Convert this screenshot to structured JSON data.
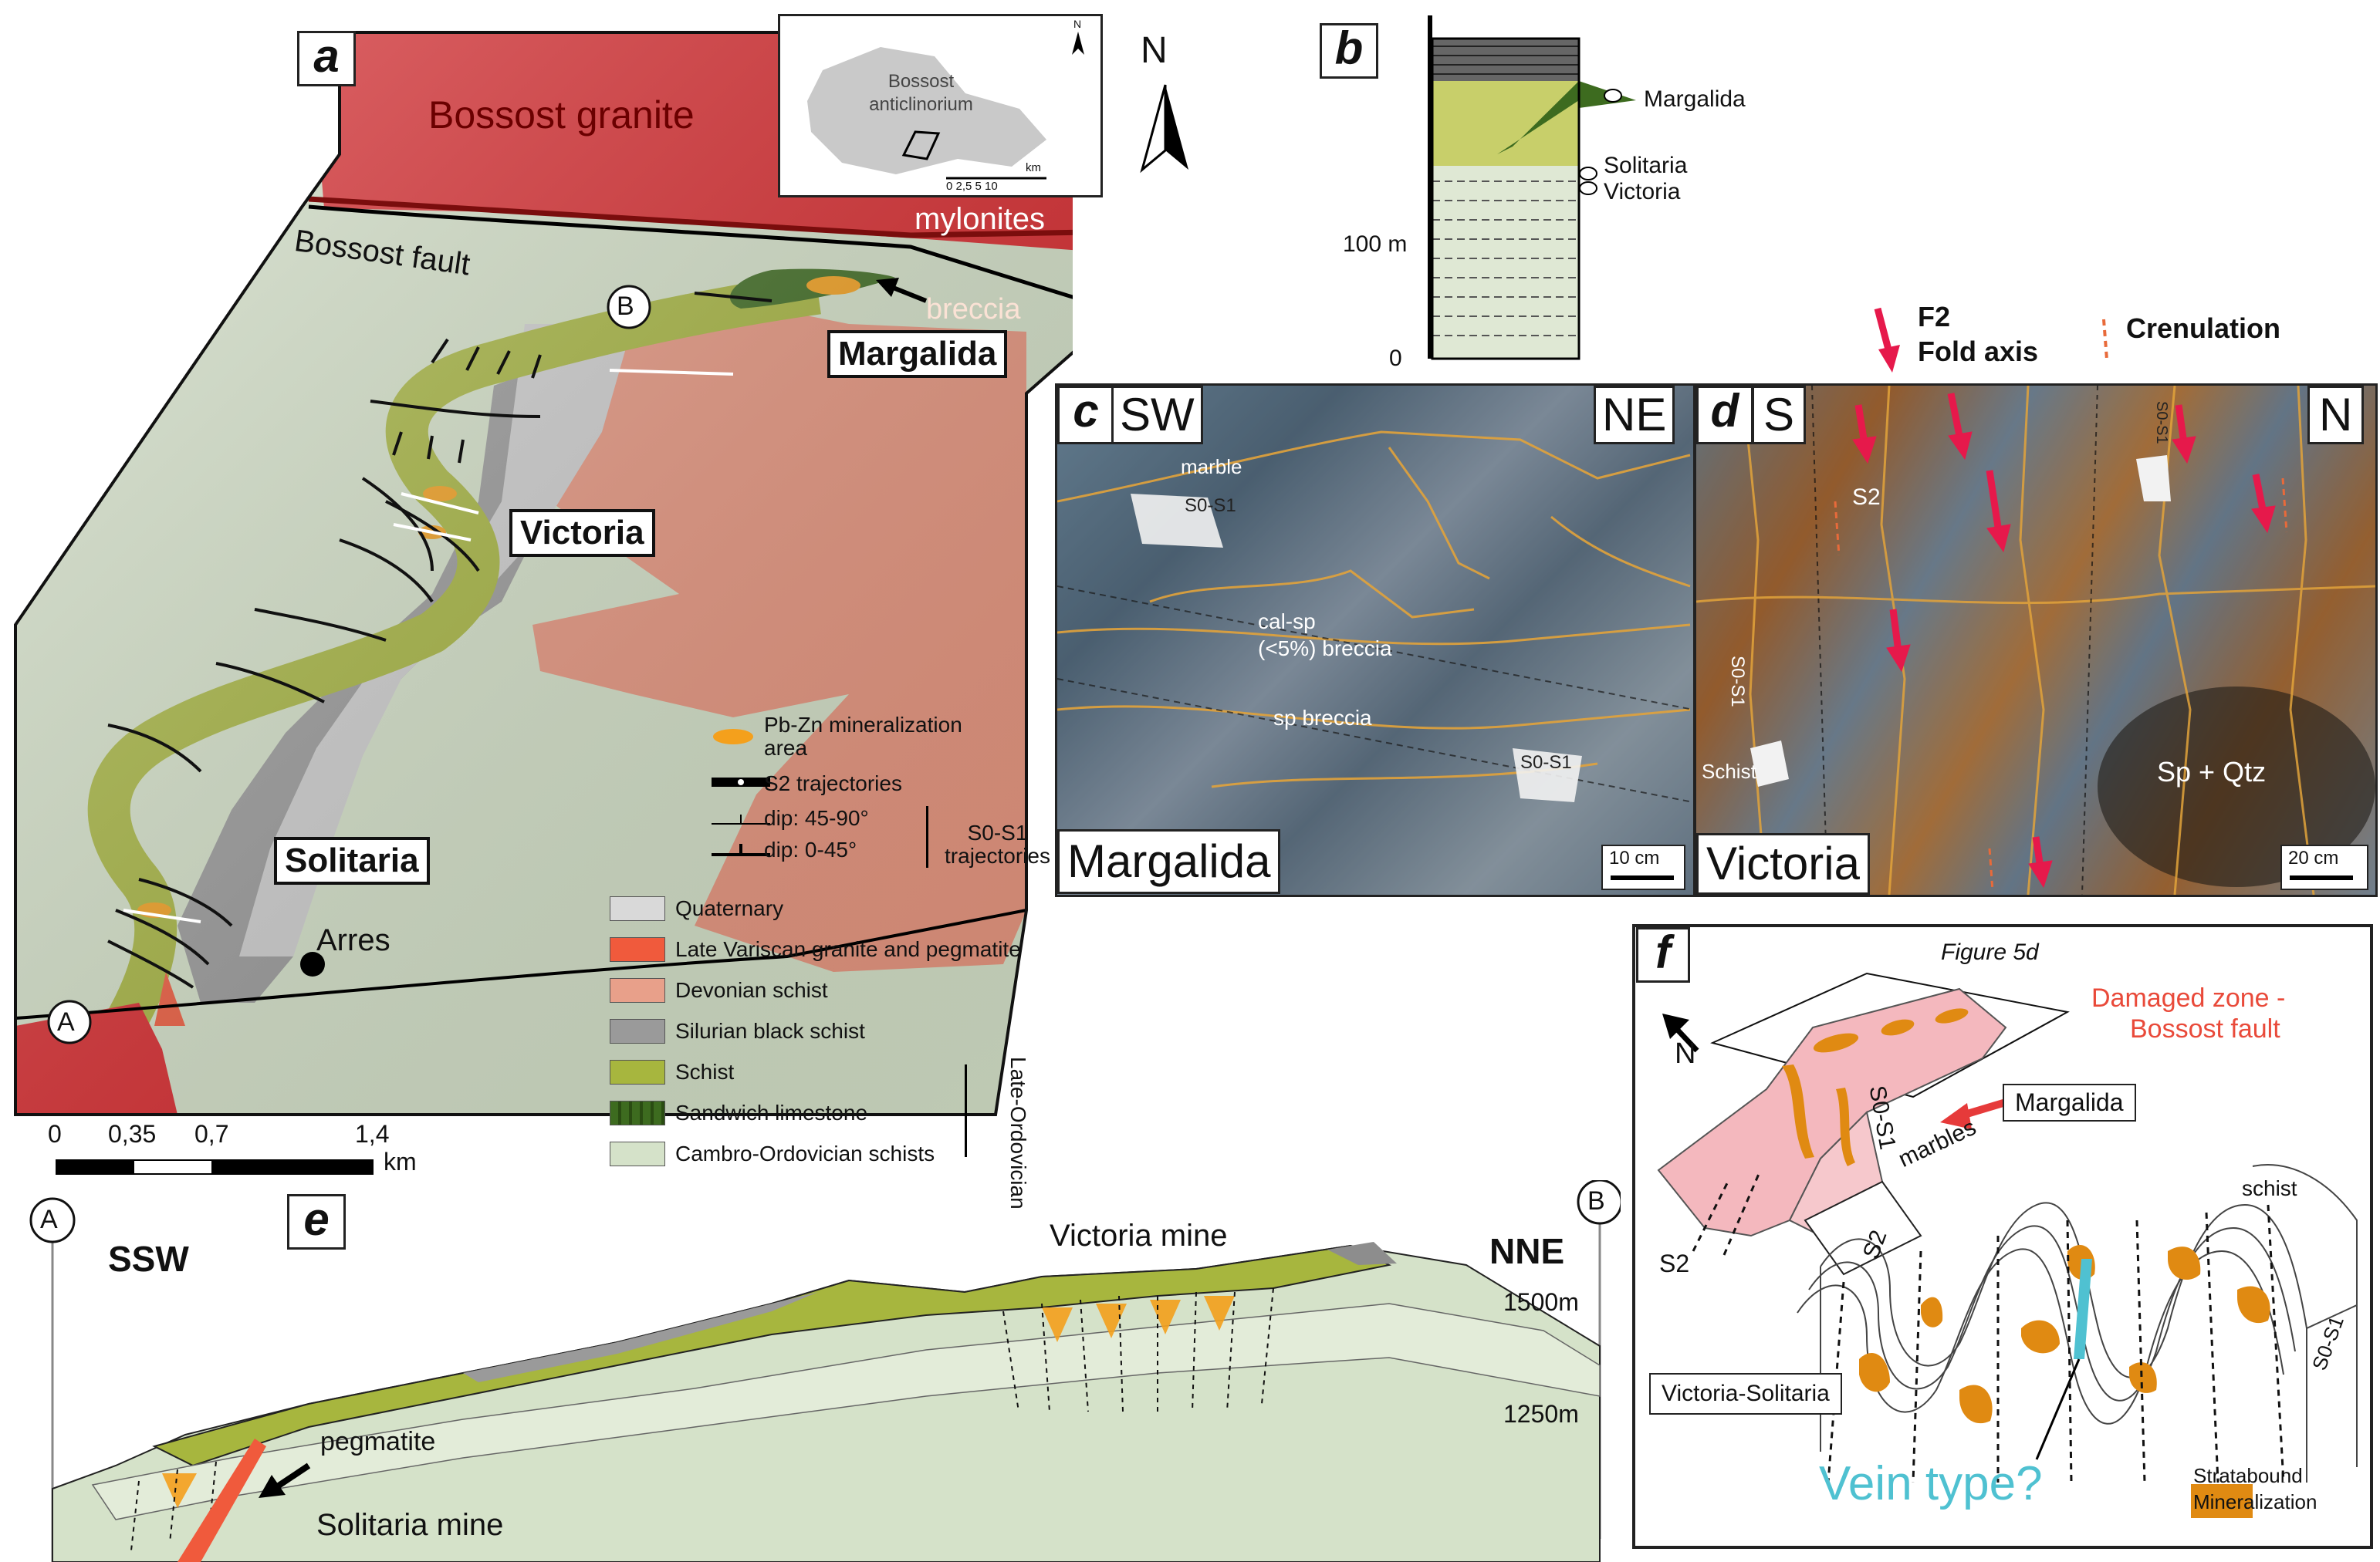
{
  "panels": {
    "a": "a",
    "b": "b",
    "c": "c",
    "d": "d",
    "e": "e",
    "f": "f"
  },
  "map": {
    "title_granite": "Bossost granite",
    "fault": "Bossost fault",
    "mylonites": "mylonites",
    "breccia": "breccia",
    "mines": [
      "Margalida",
      "Victoria",
      "Solitaria"
    ],
    "town": "Arres",
    "point_a": "A",
    "point_b": "B",
    "north": "N",
    "inset": {
      "label": "Bossost anticlinorium",
      "north": "N",
      "scale": "0 2,5 5       10",
      "km": "km"
    },
    "scale": {
      "ticks": [
        "0",
        "0,35",
        "0,7",
        "1,4"
      ],
      "unit": "km"
    },
    "colors": {
      "granite": "#d9262a",
      "devonian": "#e8967f",
      "silurian": "#9a9a9a",
      "schist": "#a7b63e",
      "cambro": "#d5e2c9",
      "quaternary": "#d9d9d9",
      "limestone": "#3d6b1f",
      "ore": "#f4a01c"
    }
  },
  "legend": {
    "symbols": [
      {
        "id": "ore",
        "label": "Pb-Zn mineralization area"
      },
      {
        "id": "s2",
        "label": "S2 trajectories"
      },
      {
        "id": "dip1",
        "label": "dip: 45-90°"
      },
      {
        "id": "dip2",
        "label": "dip: 0-45°"
      }
    ],
    "s0s1": "S0-S1 trajectories",
    "units": [
      {
        "label": "Quaternary",
        "color": "#d9d9d9"
      },
      {
        "label": "Late Variscan granite and pegmatite",
        "color": "#f05a3c"
      },
      {
        "label": "Devonian schist",
        "color": "#e8a08a"
      },
      {
        "label": "Silurian black schist",
        "color": "#9a9a9a"
      },
      {
        "label": "Schist",
        "color": "#a7b63e"
      },
      {
        "label": "Sandwich limestone",
        "color": "#3d6b1f"
      },
      {
        "label": "Cambro-Ordovician schists",
        "color": "#d5e2c9"
      }
    ],
    "late_ordovician": "Late-Ordovician"
  },
  "column": {
    "labels": [
      "Margalida",
      "Solitaria",
      "Victoria"
    ],
    "depth": [
      "100 m",
      "0"
    ]
  },
  "key": {
    "f2": "F2",
    "fold_axis": "Fold axis",
    "crenulation": "Crenulation"
  },
  "photo_c": {
    "left": "SW",
    "right": "NE",
    "name": "Margalida",
    "scale": "10 cm",
    "labels": [
      "marble",
      "S0-S1",
      "cal-sp",
      "(<5%) breccia",
      "sp breccia",
      "S0-S1"
    ]
  },
  "photo_d": {
    "left": "S",
    "right": "N",
    "name": "Victoria",
    "scale": "20 cm",
    "labels": [
      "S2",
      "S0-S1",
      "Schist",
      "Sp + Qtz",
      "S0-S1"
    ]
  },
  "section": {
    "ssw": "SSW",
    "nne": "NNE",
    "a": "A",
    "b": "B",
    "victoria": "Victoria mine",
    "solitaria": "Solitaria mine",
    "pegmatite": "pegmatite",
    "e1500": "1500m",
    "e1250": "1250m"
  },
  "block": {
    "figure": "Figure 5d",
    "damaged": "Damaged zone -",
    "damaged2": "Bossost fault",
    "margalida": "Margalida",
    "north": "N",
    "s0s1": "S0-S1",
    "marbles": "marbles",
    "s2": "S2",
    "schist": "schist",
    "s2b": "S2",
    "s0s1b": "S0-S1",
    "vs": "Victoria-Solitaria",
    "vein": "Vein type?",
    "strat": "Stratabound",
    "strat2": "Mineralization"
  }
}
